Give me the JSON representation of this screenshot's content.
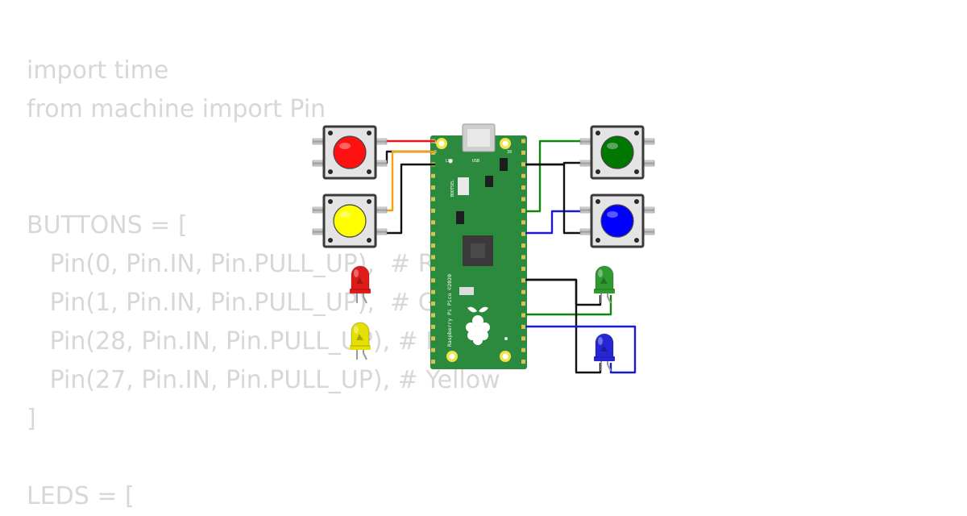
{
  "code": {
    "lines": [
      "import time",
      "from machine import Pin",
      "",
      "",
      "BUTTONS = [",
      "   Pin(0, Pin.IN, Pin.PULL_UP),  # Red",
      "   Pin(1, Pin.IN, Pin.PULL_UP),  # Green",
      "   Pin(28, Pin.IN, Pin.PULL_UP), # Blue",
      "   Pin(27, Pin.IN, Pin.PULL_UP), # Yellow",
      "]",
      "",
      "LEDS = ["
    ]
  },
  "board": {
    "name_label": "Raspberry Pi Pico ©2020",
    "bootsel_label": "BOOTSEL",
    "led_label": "LED",
    "usb_label": "USB",
    "pin1_label": "1",
    "pin2_label": "2",
    "pin39_label": "39"
  },
  "colors": {
    "board_green": "#2b8a3e",
    "wire_red": "#e5191b",
    "wire_orange": "#f0a30a",
    "wire_black": "#111111",
    "wire_green": "#108510",
    "wire_blue": "#1a1ad0"
  },
  "components": {
    "buttons": [
      {
        "id": "btn-red",
        "color": "#ff1111"
      },
      {
        "id": "btn-yellow",
        "color": "#ffff00"
      },
      {
        "id": "btn-green",
        "color": "#007700"
      },
      {
        "id": "btn-blue",
        "color": "#0000ff"
      }
    ],
    "leds": [
      {
        "id": "led-red",
        "color": "#e01b1b"
      },
      {
        "id": "led-yellow",
        "color": "#e6e000"
      },
      {
        "id": "led-green",
        "color": "#2f9a2f"
      },
      {
        "id": "led-blue",
        "color": "#2626d4"
      }
    ]
  }
}
